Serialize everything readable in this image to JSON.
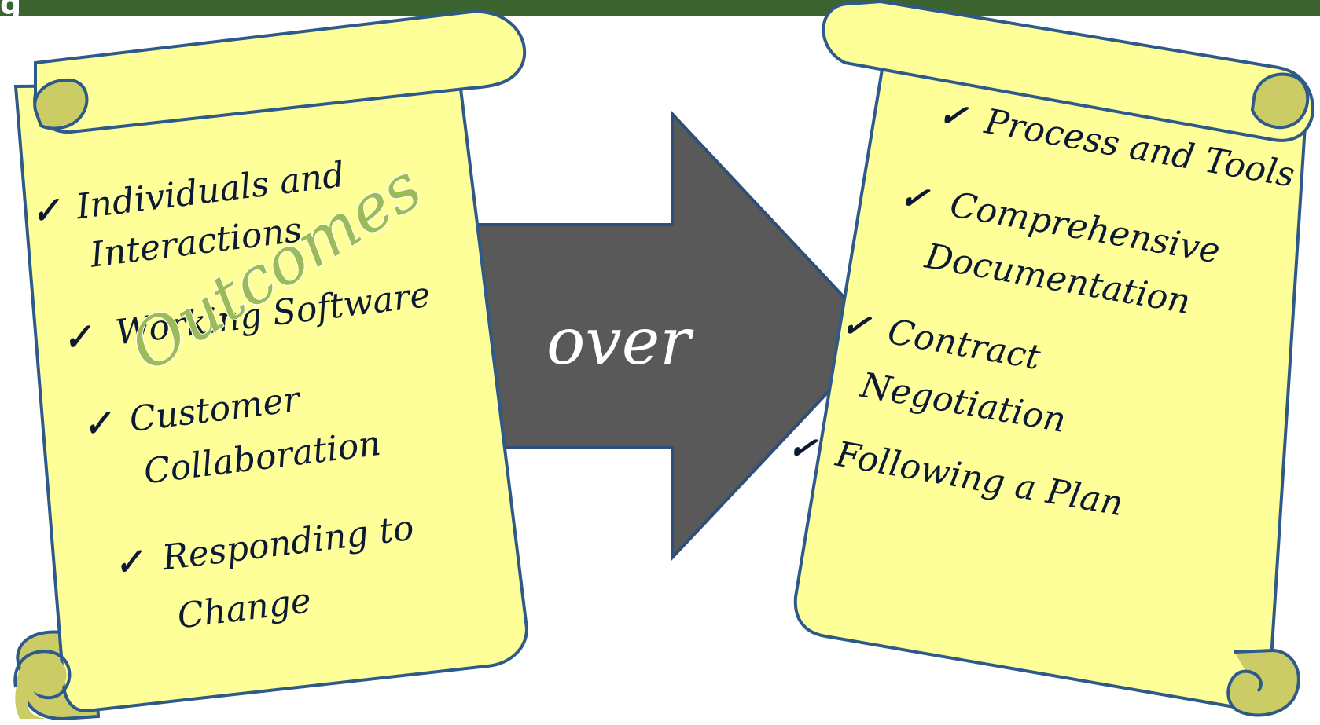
{
  "header": {
    "letter": "g",
    "bar_color": "#3c6430"
  },
  "colors": {
    "scroll_fill": "#ffff99",
    "scroll_roll": "#cccc66",
    "scroll_stroke": "#2e5a8a",
    "arrow_fill": "#595959",
    "arrow_stroke": "#2e4f7a",
    "text": "#0d1a33",
    "watermark": "#9bbb59"
  },
  "left_scroll": {
    "items": [
      {
        "check": "✓",
        "lines": [
          "Individuals and",
          "Interactions"
        ]
      },
      {
        "check": "✓",
        "lines": [
          "Working Software"
        ]
      },
      {
        "check": "✓",
        "lines": [
          "Customer",
          "Collaboration"
        ]
      },
      {
        "check": "✓",
        "lines": [
          "Responding to",
          "Change"
        ]
      }
    ],
    "watermark": "Outcomes"
  },
  "arrow": {
    "label": "over"
  },
  "right_scroll": {
    "items": [
      {
        "check": "✓",
        "lines": [
          "Process and Tools"
        ]
      },
      {
        "check": "✓",
        "lines": [
          "Comprehensive",
          "Documentation"
        ]
      },
      {
        "check": "✓",
        "lines": [
          "Contract",
          "Negotiation"
        ]
      },
      {
        "check": "✓",
        "lines": [
          "Following a Plan"
        ]
      }
    ]
  }
}
